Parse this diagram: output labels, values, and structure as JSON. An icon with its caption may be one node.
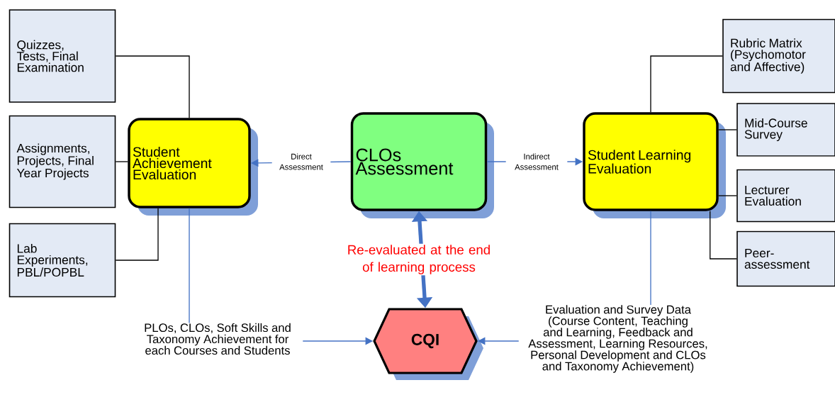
{
  "diagram": {
    "nodes": [
      {
        "text": [
          "Quizzes, Tests, Final Examination"
        ]
      },
      {
        "text": [
          "Assignments, Projects, Final Year Projects"
        ]
      },
      {
        "text": [
          "Lab Experiments, PBL/POPBL"
        ]
      },
      {
        "text": [
          "Student Achievement Evaluation"
        ]
      },
      {
        "text": [
          "CLOs Assessment"
        ]
      },
      {
        "text": [
          "Student Learning Evaluation"
        ]
      },
      {
        "text": [
          "Rubric Matrix (Psychomotor and Affective)"
        ]
      },
      {
        "text": [
          "Mid-Course Survey"
        ]
      },
      {
        "text": [
          "Lecturer Evaluation"
        ]
      },
      {
        "text": [
          "Peer-assessment"
        ]
      },
      {
        "text": [
          "PLOs, CLOs, Soft Skills and Taxonomy Achievement for each Courses and Students"
        ]
      },
      {
        "text": [
          "CQI"
        ]
      },
      {
        "text": [
          "Evaluation and Survey Data (Course Content, Teaching and Learning, Feedback and Assessment, Learning Resources, Personal Development and CLOs and Taxonomy Achievement)"
        ]
      }
    ],
    "edges": [
      {
        "from": 0,
        "to": 3,
        "arrow": "none"
      },
      {
        "from": 1,
        "to": 3,
        "arrow": "none"
      },
      {
        "from": 2,
        "to": 3,
        "arrow": "none"
      },
      {
        "from": 4,
        "to": 3,
        "arrow": "to",
        "label": "Direct Assessment",
        "color": "#4472c4"
      },
      {
        "from": 4,
        "to": 5,
        "arrow": "to",
        "label": "Indirect Assessment",
        "color": "#4472c4"
      },
      {
        "from": 4,
        "to": 11,
        "arrow": "both",
        "label": "Re-evaluated at the end of learning process",
        "style": "thick",
        "color": "#4472c4"
      },
      {
        "from": 3,
        "to": 10,
        "arrow": "none",
        "color": "#4472c4"
      },
      {
        "from": 10,
        "to": 11,
        "arrow": "to",
        "color": "#4472c4"
      },
      {
        "from": 5,
        "to": 12,
        "arrow": "none",
        "color": "#4472c4"
      },
      {
        "from": 12,
        "to": 11,
        "arrow": "to",
        "color": "#4472c4"
      },
      {
        "from": 5,
        "to": 6,
        "arrow": "none"
      },
      {
        "from": 5,
        "to": 7,
        "arrow": "none"
      },
      {
        "from": 5,
        "to": 8,
        "arrow": "none"
      },
      {
        "from": 5,
        "to": 9,
        "arrow": "none"
      }
    ]
  }
}
